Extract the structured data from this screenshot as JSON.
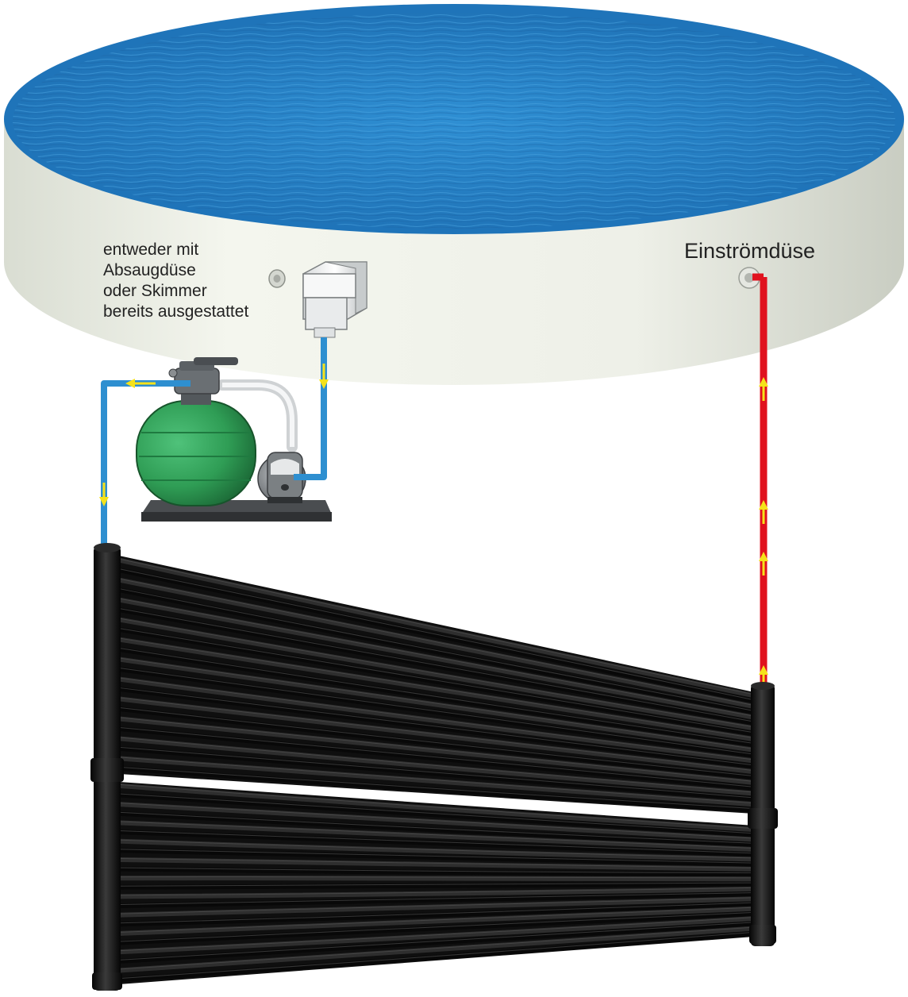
{
  "labels": {
    "skimmer_note": [
      "entweder mit",
      "Absaugdüse",
      "oder Skimmer",
      "bereits ausgestattet"
    ],
    "inlet": "Einströmdüse"
  },
  "colors": {
    "water": "#2b87c9",
    "pool_rim": "#1f74b9",
    "pool_wall": "#ecefe6",
    "cold_pipe": "#2e8fd0",
    "warm_pipe": "#e0121e",
    "flow_arrow": "#f5e21a",
    "filter_tank": "#2f9d55",
    "solar_absorber": "#141414"
  },
  "icons": {
    "filter": "sand-filter-icon",
    "pump": "pump-icon",
    "skimmer": "skimmer-icon",
    "suction_nozzle": "suction-nozzle-icon",
    "inlet_nozzle": "inlet-nozzle-icon",
    "collector": "solar-collector-icon"
  },
  "collector_tubes_per_panel": 22
}
